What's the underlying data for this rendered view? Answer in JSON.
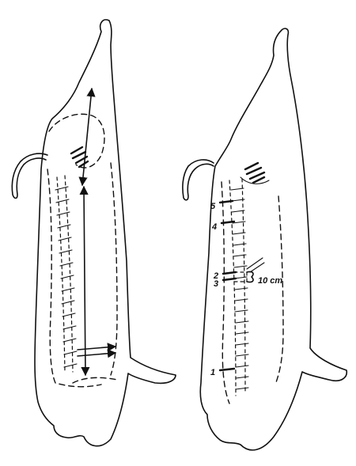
{
  "figure": {
    "point_labels": [
      "5",
      "4",
      "2",
      "3",
      "1"
    ],
    "distance_label": "10 cm"
  }
}
